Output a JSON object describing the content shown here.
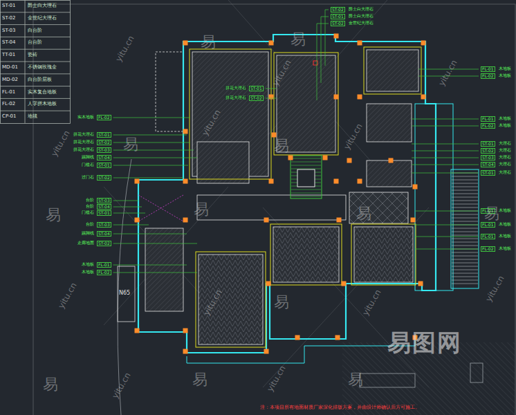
{
  "diagram": {
    "labels": [
      "ST-01",
      "爵士白大理石",
      "ST-02",
      "金世纪大理石",
      "ST-03",
      "白台阶",
      "ST-04",
      "台台阶",
      "TT-01",
      "瓷砖",
      "MD-01",
      "不锈钢玫瑰金",
      "MD-02",
      "白台阶层板",
      "FL-01",
      "实木复合地板",
      "FL-02",
      "人字拼木地板",
      "CP-01",
      "地毯",
      "实木地板",
      "FL-02",
      "拼花大理石",
      "ST-01",
      "拼花大理石",
      "ST-02",
      "拼花大理石",
      "ST-03",
      "踢脚线",
      "ST-04",
      "门槛石",
      "ST-01",
      "过门石",
      "ST-02",
      "台阶",
      "ST-03",
      "台阶",
      "ST-04",
      "门槛石",
      "ST-01",
      "台阶",
      "ST-03",
      "踢脚线",
      "ST-04",
      "走廊地面",
      "ST-02",
      "木地板",
      "FL-01",
      "木地板",
      "FL-02",
      "拼花大理石",
      "ST-01",
      "拼花大理石",
      "ST-02",
      "ST-02",
      "爵士白大理石",
      "ST-01",
      "爵士白大理石",
      "ST-02",
      "金世纪大理石",
      "FL-01",
      "木地板",
      "FL-02",
      "木地板",
      "FL-01",
      "木地板",
      "FL-02",
      "木地板",
      "ST-01",
      "大理石",
      "ST-02",
      "大理石",
      "ST-03",
      "大理石",
      "ST-04",
      "大理石",
      "ST-01",
      "大理石",
      "FL-01",
      "木地板",
      "FL-01",
      "木地板",
      "FL-01",
      "木地板",
      "FL-02",
      "木地板",
      "N65",
      "注：本项目所有地面材质厂家深化排版方案，并由设计师确认后方可施工。",
      "易图网",
      "易",
      "易",
      "易",
      "易",
      "易",
      "易",
      "易",
      "易",
      "易",
      "易",
      "易",
      "易",
      "yitu.cn",
      "yitu.cn",
      "yitu.cn",
      "yitu.cn",
      "yitu.cn",
      "yitu.cn",
      "yitu.cn",
      "yitu.cn",
      "yitu.cn",
      "yitu.cn",
      "yitu.cn",
      "yitu.cn"
    ]
  }
}
